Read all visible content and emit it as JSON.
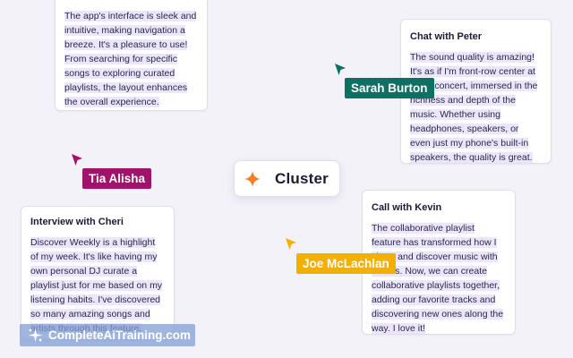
{
  "canvas": {
    "background": "#f3f2f9",
    "highlight_color": "#ece6fc"
  },
  "cards": [
    {
      "title": "",
      "body": "The app's interface is sleek and intuitive, making navigation a breeze. It's a pleasure to use! From searching for specific songs to exploring curated playlists, the layout enhances the overall experience."
    },
    {
      "title": "Chat with Peter",
      "body": "The sound quality is amazing! It's as if I'm front-row center at a live concert, immersed in the richness and depth of the music. Whether using headphones, speakers, or even just my phone's built-in speakers, the quality is great."
    },
    {
      "title": "Interview with Cheri",
      "body": "Discover Weekly is a highlight of my week. It's like having my own personal DJ curate a playlist just for me based on my listening habits. I've discovered so many amazing songs and artists through this feature."
    },
    {
      "title": "Call with Kevin",
      "body": "The collaborative playlist feature has transformed how I share and discover music with friends. Now, we can create collaborative playlists together, adding our favorite tracks and discovering new ones along the way. I love it!"
    }
  ],
  "cluster": {
    "label": "Cluster",
    "icon": "sparkle-icon",
    "icon_color": "#f07f2a"
  },
  "collaborators": [
    {
      "name": "Sarah Burton",
      "color": "#0f6f62",
      "icon": "cursor-arrow-icon"
    },
    {
      "name": "Tia Alisha",
      "color": "#a0136c",
      "icon": "cursor-arrow-icon"
    },
    {
      "name": "Joe McLachlan",
      "color": "#f4b000",
      "icon": "cursor-arrow-icon"
    }
  ],
  "watermark": {
    "text": "CompleteAiTraining.com",
    "icon": "logo-icon"
  }
}
